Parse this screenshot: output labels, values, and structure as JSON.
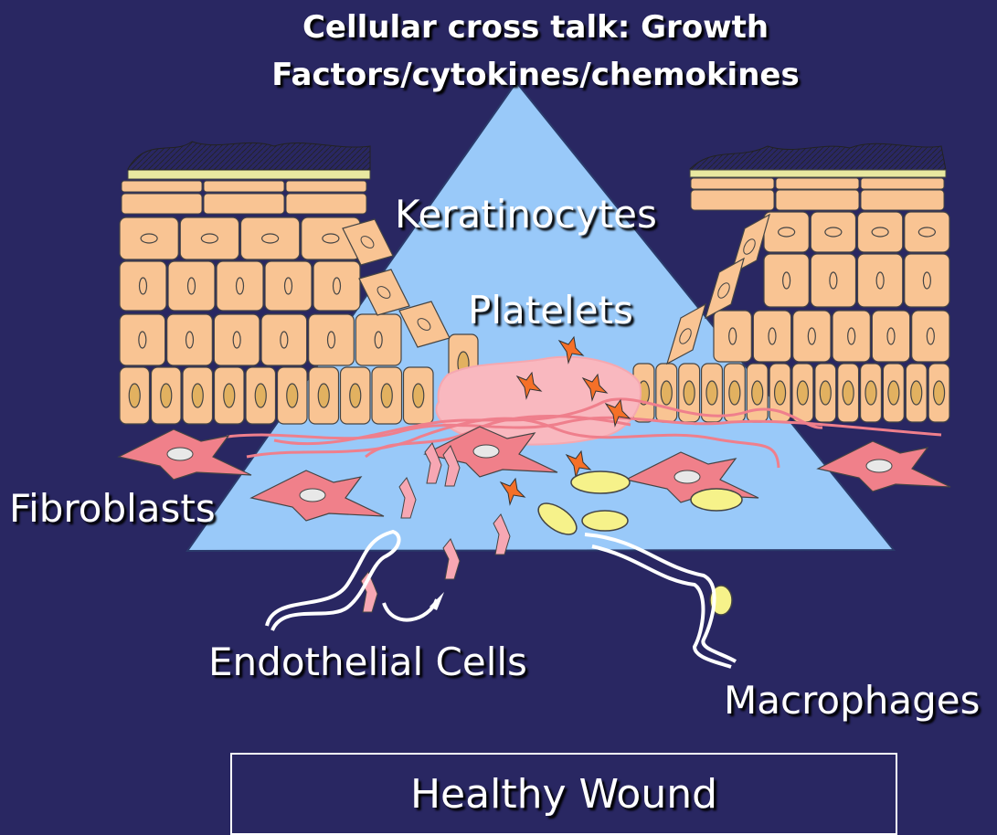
{
  "title": {
    "line1": "Cellular cross talk: Growth",
    "line2": "Factors/cytokines/chemokines"
  },
  "labels": {
    "keratinocytes": "Keratinocytes",
    "platelets": "Platelets",
    "fibroblasts": "Fibroblasts",
    "endothelial_cells": "Endothelial Cells",
    "macrophages": "Macrophages"
  },
  "caption": "Healthy Wound",
  "colors": {
    "background": "#292762",
    "wound_triangle": "#99c9f9",
    "keratinocyte_fill": "#f9c493",
    "basal_nucleus": "#e2b160",
    "clot": "#f9b8bf",
    "fibroblast_fill": "#f0808a",
    "platelet": "#f57028",
    "macrophage": "#f6f28a",
    "label_text": "#ffffff"
  }
}
